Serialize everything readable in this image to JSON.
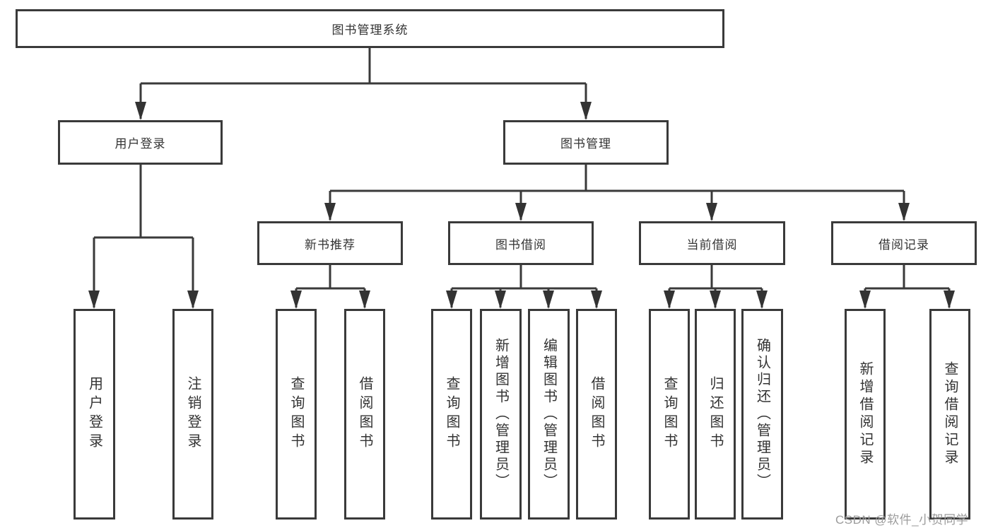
{
  "title": "图书管理系统",
  "watermark": "CSDN @软件_小贺同学",
  "colors": {
    "line": "#3a3a3a",
    "text": "#333333",
    "background": "#ffffff",
    "watermark": "#9c9c9c"
  },
  "nodes": {
    "root": {
      "label": "图书管理系统"
    },
    "login": {
      "label": "用户登录",
      "children": [
        "用户登录",
        "注销登录"
      ]
    },
    "mgmt": {
      "label": "图书管理"
    },
    "rec": {
      "label": "新书推荐",
      "children": [
        "查询图书",
        "借阅图书"
      ]
    },
    "borrow": {
      "label": "图书借阅",
      "children": [
        "查询图书",
        "新增图书（管理员）",
        "编辑图书（管理员）",
        "借阅图书"
      ]
    },
    "current": {
      "label": "当前借阅",
      "children": [
        "查询图书",
        "归还图书",
        "确认归还（管理员）"
      ]
    },
    "records": {
      "label": "借阅记录",
      "children": [
        "新增借阅记录",
        "查询借阅记录"
      ]
    }
  }
}
